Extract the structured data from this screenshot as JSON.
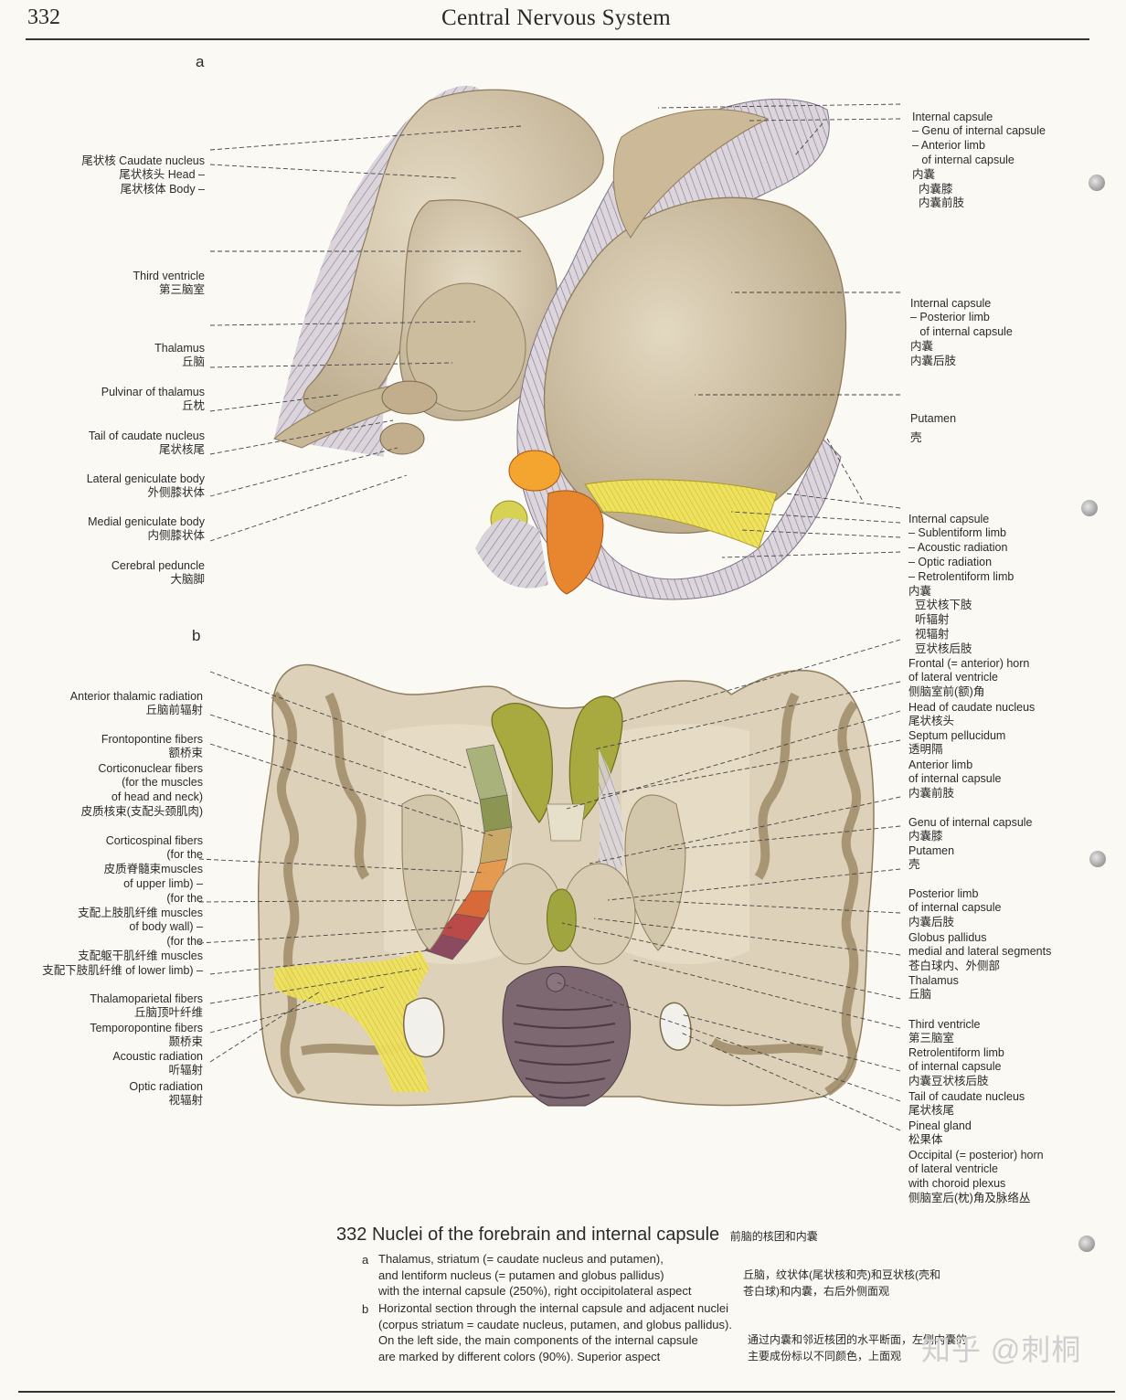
{
  "header": {
    "page_number": "332",
    "title": "Central Nervous System"
  },
  "panel_a": {
    "letter": "a",
    "left_labels": [
      [
        "尾状核 Caudate nucleus",
        "尾状核头 Head –",
        "尾状核体 Body –"
      ],
      [
        "Third ventricle",
        "第三脑室"
      ],
      [
        "Thalamus",
        "丘脑"
      ],
      [
        "Pulvinar of thalamus",
        "丘枕"
      ],
      [
        "Tail of caudate nucleus",
        "尾状核尾"
      ],
      [
        "Lateral geniculate body",
        "外侧膝状体"
      ],
      [
        "Medial geniculate body",
        "内侧膝状体"
      ],
      [
        "Cerebral peduncle",
        "大脑脚"
      ]
    ],
    "right_labels": [
      [
        "Internal capsule",
        "– Genu of internal capsule",
        "– Anterior limb",
        "   of internal capsule",
        "内囊",
        "  内囊膝",
        "  内囊前肢"
      ],
      [
        "Internal capsule",
        "– Posterior limb",
        "   of internal capsule",
        "内囊",
        "内囊后肢"
      ],
      [
        "Putamen",
        "壳"
      ],
      [
        "Internal capsule",
        "– Sublentiform limb",
        "– Acoustic radiation",
        "– Optic radiation",
        "– Retrolentiform limb",
        "内囊",
        "  豆状核下肢",
        "  听辐射",
        "  视辐射",
        "  豆状核后肢"
      ]
    ]
  },
  "panel_b": {
    "letter": "b",
    "left_labels": [
      [
        "Anterior thalamic radiation",
        "丘脑前辐射"
      ],
      [
        "Frontopontine fibers",
        "额桥束"
      ],
      [
        "Corticonuclear fibers",
        "(for the muscles",
        "of head and neck)",
        "皮质核束(支配头颈肌肉)"
      ],
      [
        "Corticospinal fibers",
        "(for the",
        "皮质脊髓束muscles",
        "of upper limb) –",
        "(for the",
        "支配上肢肌纤维 muscles",
        "of body wall) –",
        "(for the",
        "支配躯干肌纤维 muscles",
        "支配下肢肌纤维 of lower limb) –"
      ],
      [
        "Thalamoparietal fibers",
        "丘脑顶叶纤维"
      ],
      [
        "Temporopontine fibers",
        "颞桥束"
      ],
      [
        "Acoustic radiation",
        "听辐射"
      ],
      [
        "Optic radiation",
        "视辐射"
      ]
    ],
    "right_labels": [
      [
        "Frontal (= anterior) horn",
        "of lateral ventricle",
        "侧脑室前(额)角"
      ],
      [
        "Head of caudate nucleus",
        "尾状核头"
      ],
      [
        "Septum pellucidum",
        "透明隔"
      ],
      [
        "Anterior limb",
        "of internal capsule",
        "内囊前肢"
      ],
      [
        "Genu of internal capsule",
        "内囊膝"
      ],
      [
        "Putamen",
        "壳"
      ],
      [
        "Posterior limb",
        "of internal capsule",
        "内囊后肢"
      ],
      [
        "Globus pallidus",
        "medial and lateral segments",
        "苍白球内、外侧部"
      ],
      [
        "Thalamus",
        "丘脑"
      ],
      [
        "Third ventricle",
        "第三脑室"
      ],
      [
        "Retrolentiform limb",
        "of internal capsule",
        "内囊豆状核后肢"
      ],
      [
        "Tail of caudate nucleus",
        "尾状核尾"
      ],
      [
        "Pineal gland",
        "松果体"
      ],
      [
        "Occipital (= posterior) horn",
        "of lateral ventricle",
        "with choroid plexus",
        "侧脑室后(枕)角及脉络丛"
      ]
    ]
  },
  "caption": {
    "number": "332",
    "title": "Nuclei of the forebrain and internal capsule",
    "title_cn": "前脑的核团和内囊",
    "item_a_letter": "a",
    "item_a_text": "Thalamus, striatum (= caudate nucleus and putamen),\nand lentiform nucleus (= putamen and globus pallidus)\nwith the internal capsule (250%), right occipitolateral aspect",
    "item_a_cn": "丘脑，纹状体(尾状核和壳)和豆状核(壳和\n苍白球)和内囊，右后外侧面观",
    "item_b_letter": "b",
    "item_b_text": "Horizontal section through the internal capsule and adjacent nuclei\n(corpus striatum = caudate nucleus, putamen, and globus pallidus).\nOn the left side, the main components of the internal capsule\nare marked by different colors (90%). Superior aspect",
    "item_b_cn": "通过内囊和邻近核团的水平断面，左侧内囊的\n主要成份标以不同颜色，上面观"
  },
  "watermark": "知乎 @刺桐",
  "colors": {
    "tissue": "#d8ccb4",
    "tissue_dark": "#b9a88a",
    "fiber": "#cfc8d0",
    "fiber_line": "#7e7490",
    "grey_matter": "#9c8a6a",
    "olive": "#a5a842",
    "yellow": "#f0e25a",
    "orange": "#e9852a"
  }
}
